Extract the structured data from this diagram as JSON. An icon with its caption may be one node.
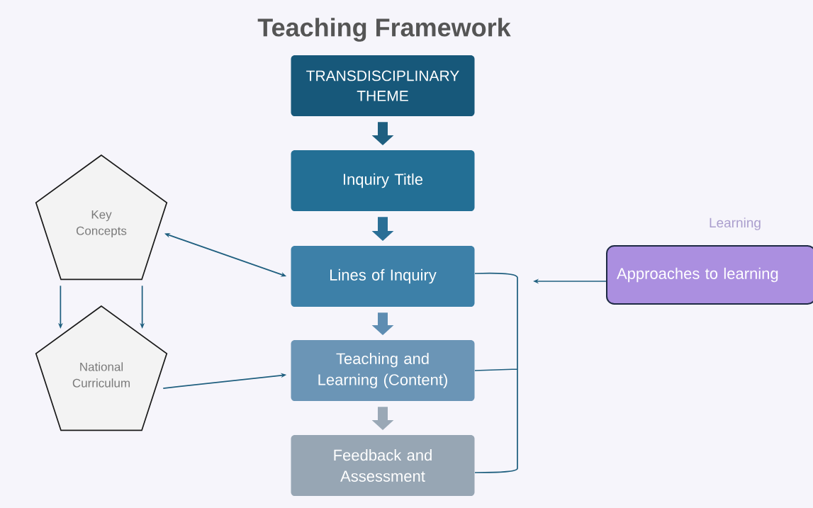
{
  "diagram": {
    "title": "Teaching Framework",
    "nodes": [
      {
        "text": [
          "TRANSDISCIPLINARY THEME"
        ]
      },
      {
        "text": [
          "Inquiry Title"
        ]
      },
      {
        "text": [
          "Lines of Inquiry"
        ]
      },
      {
        "text": [
          "Teaching and Learning (Content)"
        ]
      },
      {
        "text": [
          "Feedback and Assessment"
        ]
      },
      {
        "text": [
          "Key Concepts"
        ]
      },
      {
        "text": [
          "National Curriculum"
        ]
      },
      {
        "text": [
          "Approaches to learning"
        ]
      }
    ],
    "edges": [
      {
        "from": 0,
        "to": 1,
        "arrow": "to",
        "style": "thick",
        "color": "#1f5f80"
      },
      {
        "from": 1,
        "to": 2,
        "arrow": "to",
        "style": "thick",
        "color": "#2a6f96"
      },
      {
        "from": 2,
        "to": 3,
        "arrow": "to",
        "style": "thick",
        "color": "#5e8db2"
      },
      {
        "from": 3,
        "to": 4,
        "arrow": "to",
        "style": "thick",
        "color": "#9aa8b6"
      },
      {
        "from": 5,
        "to": 2,
        "arrow": "both"
      },
      {
        "from": 5,
        "to": 6,
        "arrow": "to"
      },
      {
        "from": 5,
        "to": 6,
        "arrow": "to"
      },
      {
        "from": 6,
        "to": 3,
        "arrow": "to"
      },
      {
        "from": 7,
        "to": null,
        "arrow": "to"
      }
    ],
    "labels": [
      "Learning"
    ]
  }
}
